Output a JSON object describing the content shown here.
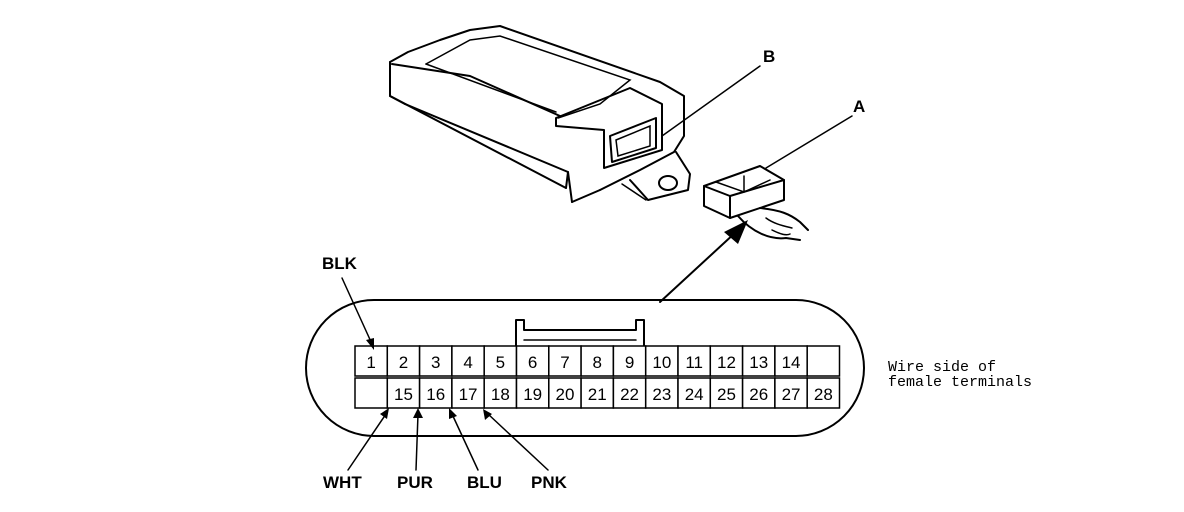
{
  "labels": {
    "part_a": "A",
    "part_b": "B",
    "note_line1": "Wire side of",
    "note_line2": "female terminals"
  },
  "wires": {
    "blk": "BLK",
    "wht": "WHT",
    "pur": "PUR",
    "blu": "BLU",
    "pnk": "PNK"
  },
  "connector": {
    "top_row": [
      "1",
      "2",
      "3",
      "4",
      "5",
      "6",
      "7",
      "8",
      "9",
      "10",
      "11",
      "12",
      "13",
      "14"
    ],
    "bottom_row": [
      "15",
      "16",
      "17",
      "18",
      "19",
      "20",
      "21",
      "22",
      "23",
      "24",
      "25",
      "26",
      "27",
      "28"
    ]
  }
}
